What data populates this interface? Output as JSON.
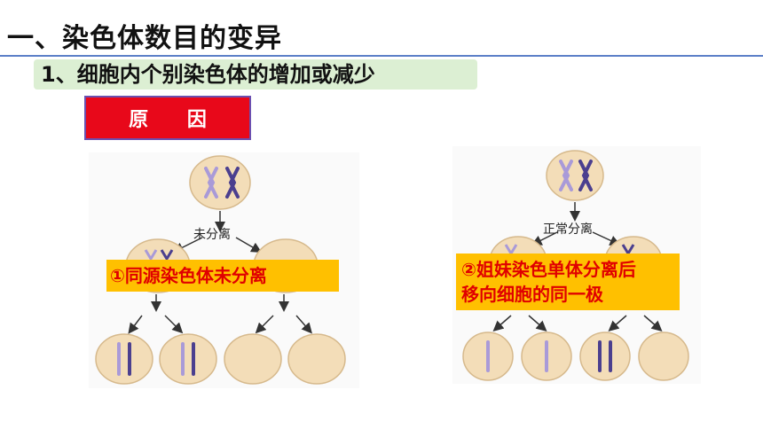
{
  "header": {
    "title": "一、染色体数目的变异",
    "subtitle": "1、细胞内个别染色体的增加或减少",
    "cause_label": "原 因"
  },
  "left_diagram": {
    "step_label": "未分离",
    "callout": "①同源染色体未分离"
  },
  "right_diagram": {
    "step_label": "正常分离",
    "callout_line1": "②姐妹染色单体分离后",
    "callout_line2": "移向细胞的同一极"
  },
  "colors": {
    "cell_fill": "#f3ddb8",
    "cell_stroke": "#d6b98c",
    "chrom_dark": "#4b3f8f",
    "chrom_light": "#a99ad8",
    "callout_bg": "#ffc000",
    "callout_text": "#e00000",
    "cause_bg": "#e8081a"
  }
}
